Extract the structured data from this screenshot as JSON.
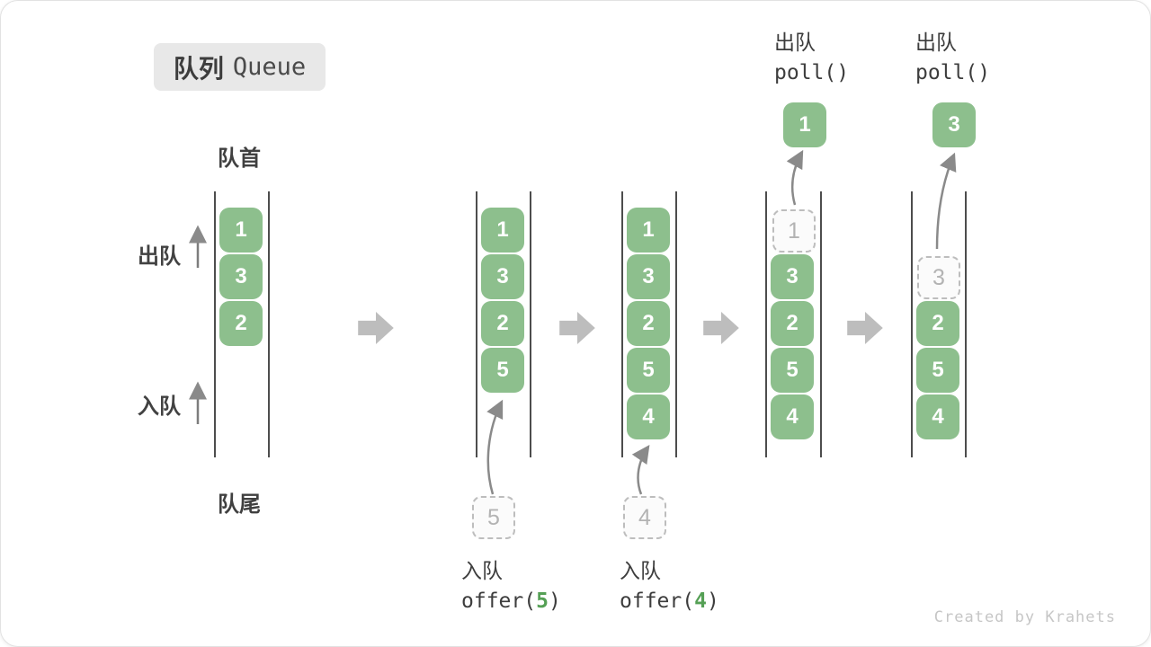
{
  "title": {
    "zh": "队列",
    "en": "Queue"
  },
  "labels": {
    "front": "队首",
    "rear": "队尾",
    "dequeue_side": "出队",
    "enqueue_side": "入队"
  },
  "columns": [
    {
      "cells": {
        "s0": "1",
        "s1": "3",
        "s2": "2"
      }
    },
    {
      "cells": {
        "s0": "1",
        "s1": "3",
        "s2": "2",
        "s3": "5"
      },
      "incoming": "5"
    },
    {
      "cells": {
        "s0": "1",
        "s1": "3",
        "s2": "2",
        "s3": "5",
        "s4": "4"
      },
      "incoming": "4"
    },
    {
      "removed": "1",
      "cells": {
        "s1": "3",
        "s2": "2",
        "s3": "5",
        "s4": "4"
      },
      "out": "1"
    },
    {
      "removed": "3",
      "cells": {
        "s2": "2",
        "s3": "5",
        "s4": "4"
      },
      "out": "3"
    }
  ],
  "operations": {
    "enqueue5": {
      "label": "入队",
      "code_open": "offer(",
      "arg": "5",
      "code_close": ")"
    },
    "enqueue4": {
      "label": "入队",
      "code_open": "offer(",
      "arg": "4",
      "code_close": ")"
    },
    "dequeue1": {
      "label": "出队",
      "code": "poll()"
    },
    "dequeue2": {
      "label": "出队",
      "code": "poll()"
    }
  },
  "watermark": "Created by Krahets",
  "colors": {
    "cell_green": "#8dbf8d",
    "arg_green": "#55a055",
    "block_arrow_gray": "#bdbdbd",
    "thin_arrow_gray": "#8a8a8a",
    "dashed_gray": "#bdbdbd",
    "text_dark": "#3d3d3d",
    "badge_bg": "#e8e8e8"
  }
}
